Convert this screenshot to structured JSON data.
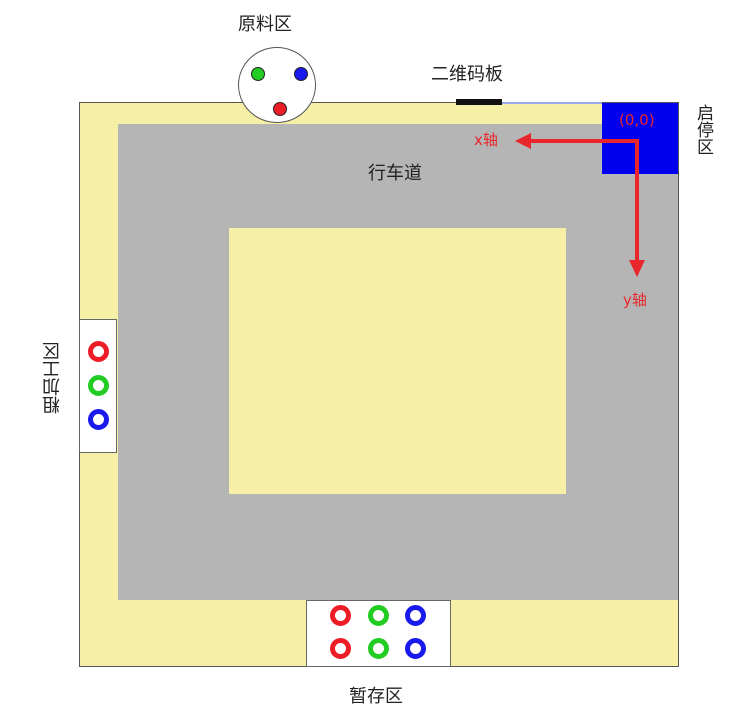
{
  "labels": {
    "raw_area": "原料区",
    "qr_board": "二维码板",
    "track": "行车道",
    "start_stop": "启停区",
    "rough_processing": "粗加工区",
    "temp_storage": "暂存区",
    "origin": "(0,0)",
    "x_axis": "x轴",
    "y_axis": "y轴"
  },
  "colors": {
    "field": "#f5f0a6",
    "track": "#b5b5b5",
    "start_zone": "#0000ee",
    "axis": "#e8262b",
    "red": "#ee1c25",
    "green": "#22cc22",
    "blue": "#1a1aee"
  },
  "materials": {
    "raw_area": [
      "green",
      "blue",
      "red"
    ],
    "rough_processing": [
      "red",
      "green",
      "blue"
    ],
    "temp_storage_top": [
      "red",
      "green",
      "blue"
    ],
    "temp_storage_bottom": [
      "red",
      "green",
      "blue"
    ]
  }
}
